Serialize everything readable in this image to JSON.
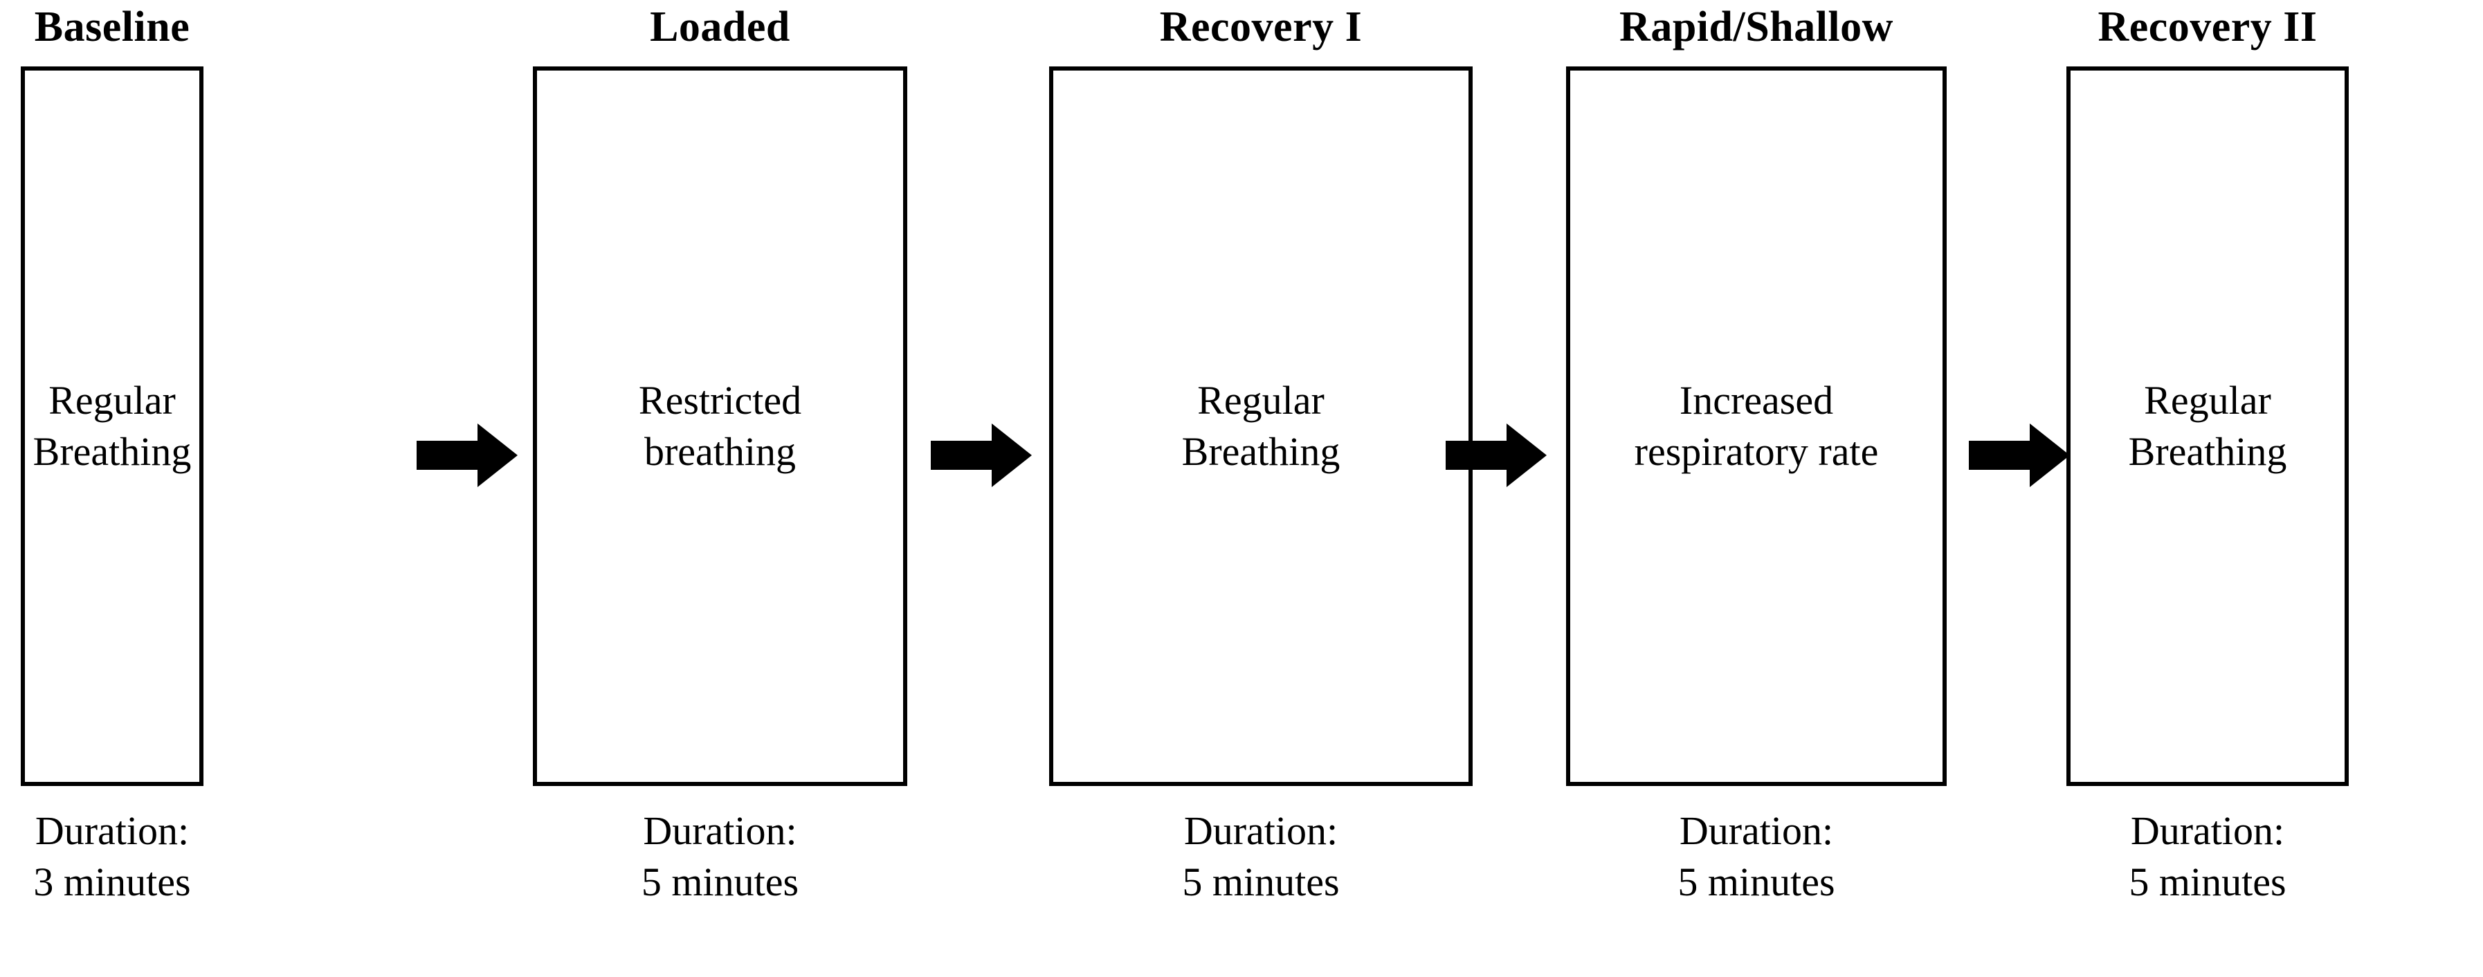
{
  "diagram": {
    "type": "flowchart",
    "orientation": "horizontal",
    "background_color": "#ffffff",
    "stroke_color": "#000000",
    "stages": [
      {
        "title": "Baseline",
        "box_label": "Regular\nBreathing",
        "duration": "Duration:\n3 minutes"
      },
      {
        "title": "Loaded",
        "box_label": "Restricted\nbreathing",
        "duration": "Duration:\n5 minutes"
      },
      {
        "title": "Recovery I",
        "box_label": "Regular\nBreathing",
        "duration": "Duration:\n5 minutes"
      },
      {
        "title": "Rapid/Shallow",
        "box_label": "Increased\nrespiratory rate",
        "duration": "Duration:\n5 minutes"
      },
      {
        "title": "Recovery II",
        "box_label": "Regular\nBreathing",
        "duration": "Duration:\n5 minutes"
      }
    ],
    "connectors": [
      {
        "icon": "right-arrow-icon"
      },
      {
        "icon": "right-arrow-icon"
      },
      {
        "icon": "right-arrow-icon"
      },
      {
        "icon": "right-arrow-icon"
      }
    ]
  }
}
